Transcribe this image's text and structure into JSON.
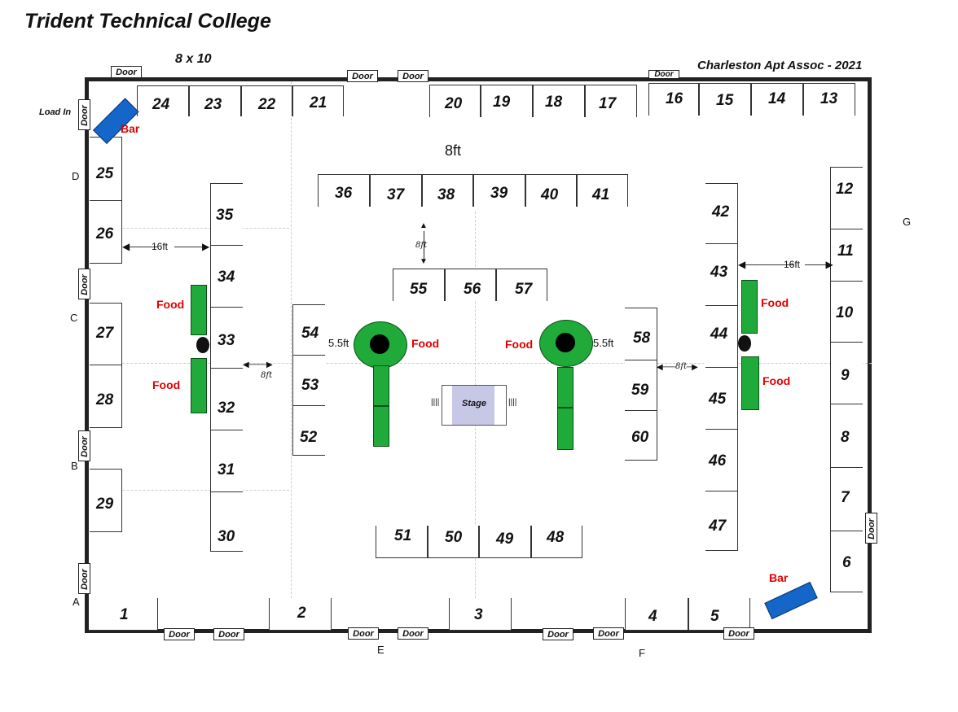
{
  "title": "Trident Technical College",
  "subtitle": "8 x 10",
  "event": "Charleston Apt Assoc - 2021",
  "labels": {
    "load_in": "Load In",
    "door": "Door",
    "bar": "Bar",
    "food": "Food",
    "stage": "Stage",
    "d8ft": "8ft",
    "d16ft": "16ft",
    "d5_5ft": "5.5ft",
    "d8ft_italic": "8ft"
  },
  "side_letters": {
    "A": "A",
    "B": "B",
    "C": "C",
    "D": "D",
    "E": "E",
    "F": "F",
    "G": "G"
  },
  "booths": {
    "b1": "1",
    "b2": "2",
    "b3": "3",
    "b4": "4",
    "b5": "5",
    "b6": "6",
    "b7": "7",
    "b8": "8",
    "b9": "9",
    "b10": "10",
    "b11": "11",
    "b12": "12",
    "b13": "13",
    "b14": "14",
    "b15": "15",
    "b16": "16",
    "b17": "17",
    "b18": "18",
    "b19": "19",
    "b20": "20",
    "b21": "21",
    "b22": "22",
    "b23": "23",
    "b24": "24",
    "b25": "25",
    "b26": "26",
    "b27": "27",
    "b28": "28",
    "b29": "29",
    "b30": "30",
    "b31": "31",
    "b32": "32",
    "b33": "33",
    "b34": "34",
    "b35": "35",
    "b36": "36",
    "b37": "37",
    "b38": "38",
    "b39": "39",
    "b40": "40",
    "b41": "41",
    "b42": "42",
    "b43": "43",
    "b44": "44",
    "b45": "45",
    "b46": "46",
    "b47": "47",
    "b48": "48",
    "b49": "49",
    "b50": "50",
    "b51": "51",
    "b52": "52",
    "b53": "53",
    "b54": "54",
    "b55": "55",
    "b56": "56",
    "b57": "57",
    "b58": "58",
    "b59": "59",
    "b60": "60"
  },
  "colors": {
    "food": "#1faa3a",
    "bar": "#1466c8",
    "stage": "#c7c7e6",
    "wall": "#222222",
    "label_red": "#e10000"
  }
}
